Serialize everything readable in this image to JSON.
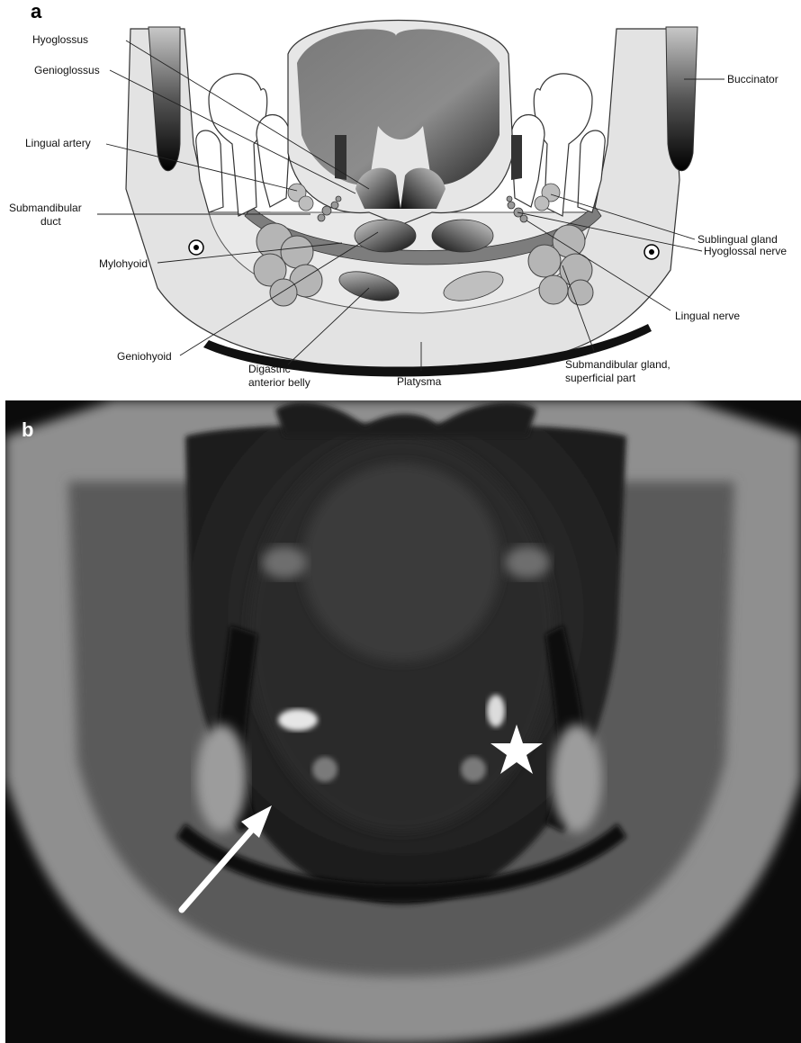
{
  "panel_a": {
    "letter": "a",
    "labels": {
      "hyoglossus": "Hyoglossus",
      "genioglossus": "Genioglossus",
      "lingual_artery": "Lingual artery",
      "submandibular_duct_1": "Submandibular",
      "submandibular_duct_2": "duct",
      "mylohyoid": "Mylohyoid",
      "geniohyoid": "Geniohyoid",
      "digastric_1": "Digastric",
      "digastric_2": "anterior belly",
      "platysma": "Platysma",
      "submandibular_gland_1": "Submandibular gland,",
      "submandibular_gland_2": "superficial part",
      "lingual_nerve": "Lingual nerve",
      "hyoglossal_nerve": "Hyoglossal nerve",
      "sublingual_gland": "Sublingual gland",
      "buccinator": "Buccinator"
    }
  },
  "panel_b": {
    "letter": "b",
    "arrow_icon": "white-arrow",
    "star_icon": "white-star"
  }
}
